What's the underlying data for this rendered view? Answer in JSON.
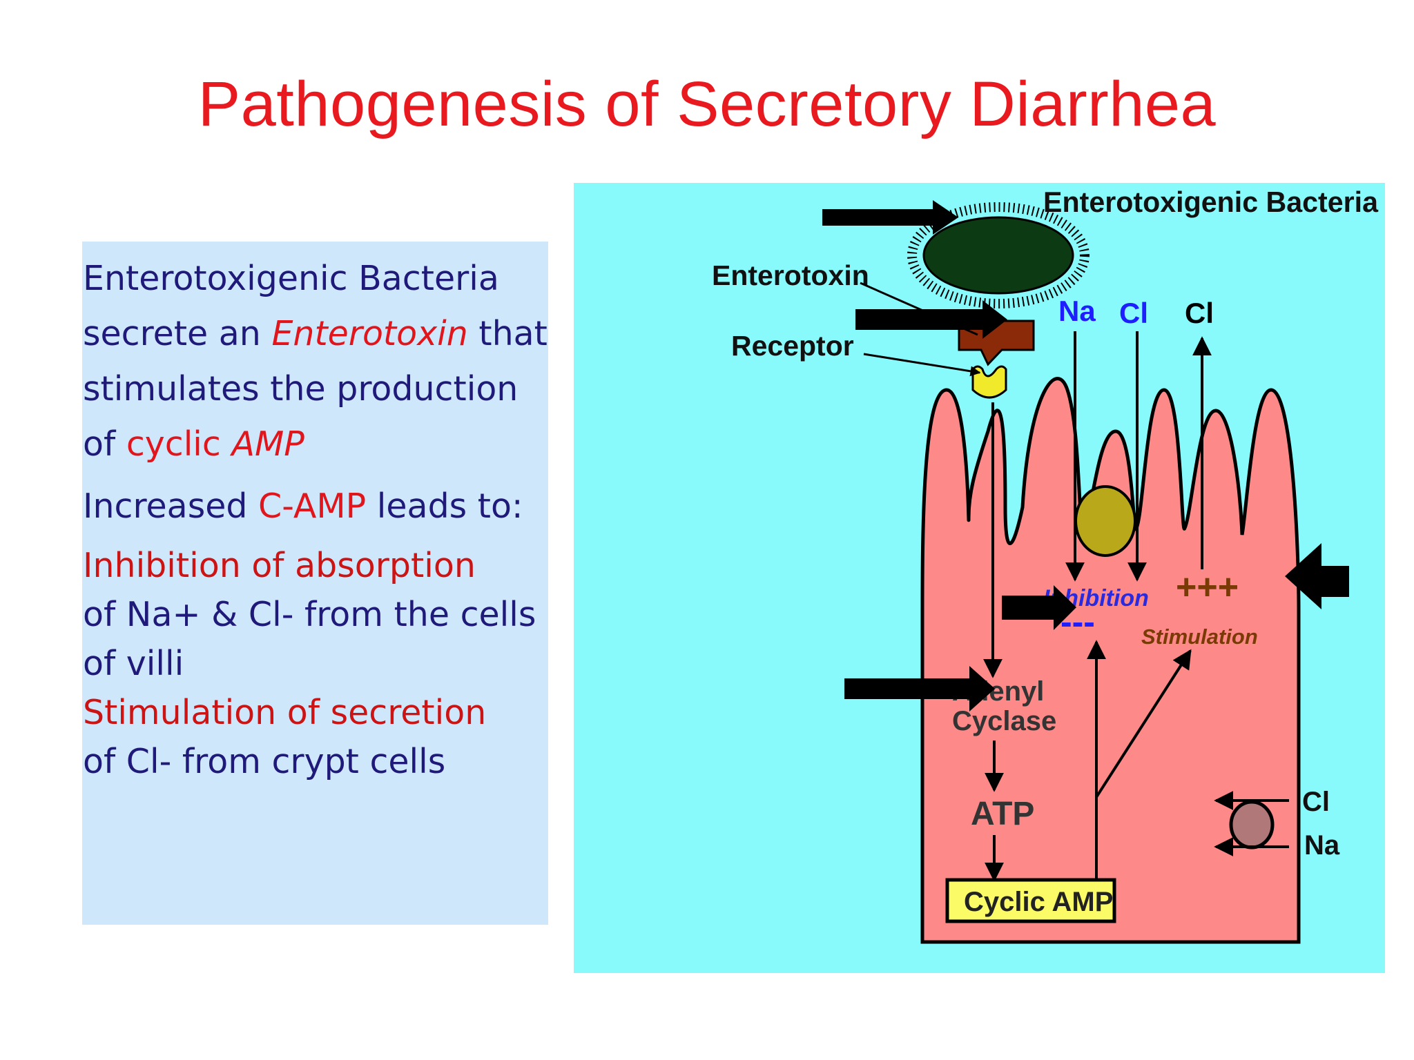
{
  "title": "Pathogenesis of Secretory Diarrhea",
  "text_box": {
    "p1": {
      "t1": " Enterotoxigenic Bacteria secrete an ",
      "t2": "Enterotoxin",
      "t3": " that stimulates the production of ",
      "t4": "cyclic ",
      "t5": "AMP"
    },
    "p2": {
      "t1": " Increased ",
      "t2": "C-AMP",
      "t3": " leads to:"
    },
    "item1": {
      "t1": "Inhibition of absorption",
      "t2": "of Na+ & Cl- from the cells of villi"
    },
    "item2": {
      "t1": "Stimulation of secretion",
      "t2": "of Cl- from crypt cells"
    }
  },
  "diagram": {
    "bacteria_label": "Enterotoxigenic Bacteria",
    "enterotoxin_label": "Enterotoxin",
    "receptor_label": "Receptor",
    "na_top": "Na",
    "cl_top_1": "Cl",
    "cl_top_2": "Cl",
    "inhibition_label": "Inhibition",
    "inhibition_sign": "---",
    "stimulation_sign": "+++",
    "stimulation_label": "Stimulation",
    "adenyl_label": "Adenyl",
    "cyclase_label": "Cyclase",
    "atp_label": "ATP",
    "cyclic_amp_label": "Cyclic AMP",
    "cl_right": "Cl",
    "na_right": "Na",
    "colors": {
      "background": "#88fafc",
      "cell": "#fd8a88",
      "bacterium": "#0c3a12",
      "toxin": "#8a2a08",
      "receptor": "#f0ea2a",
      "nucleus": "#b9a81a",
      "pump": "#b07878",
      "cyclic_amp_box": "#fbfb68"
    }
  }
}
